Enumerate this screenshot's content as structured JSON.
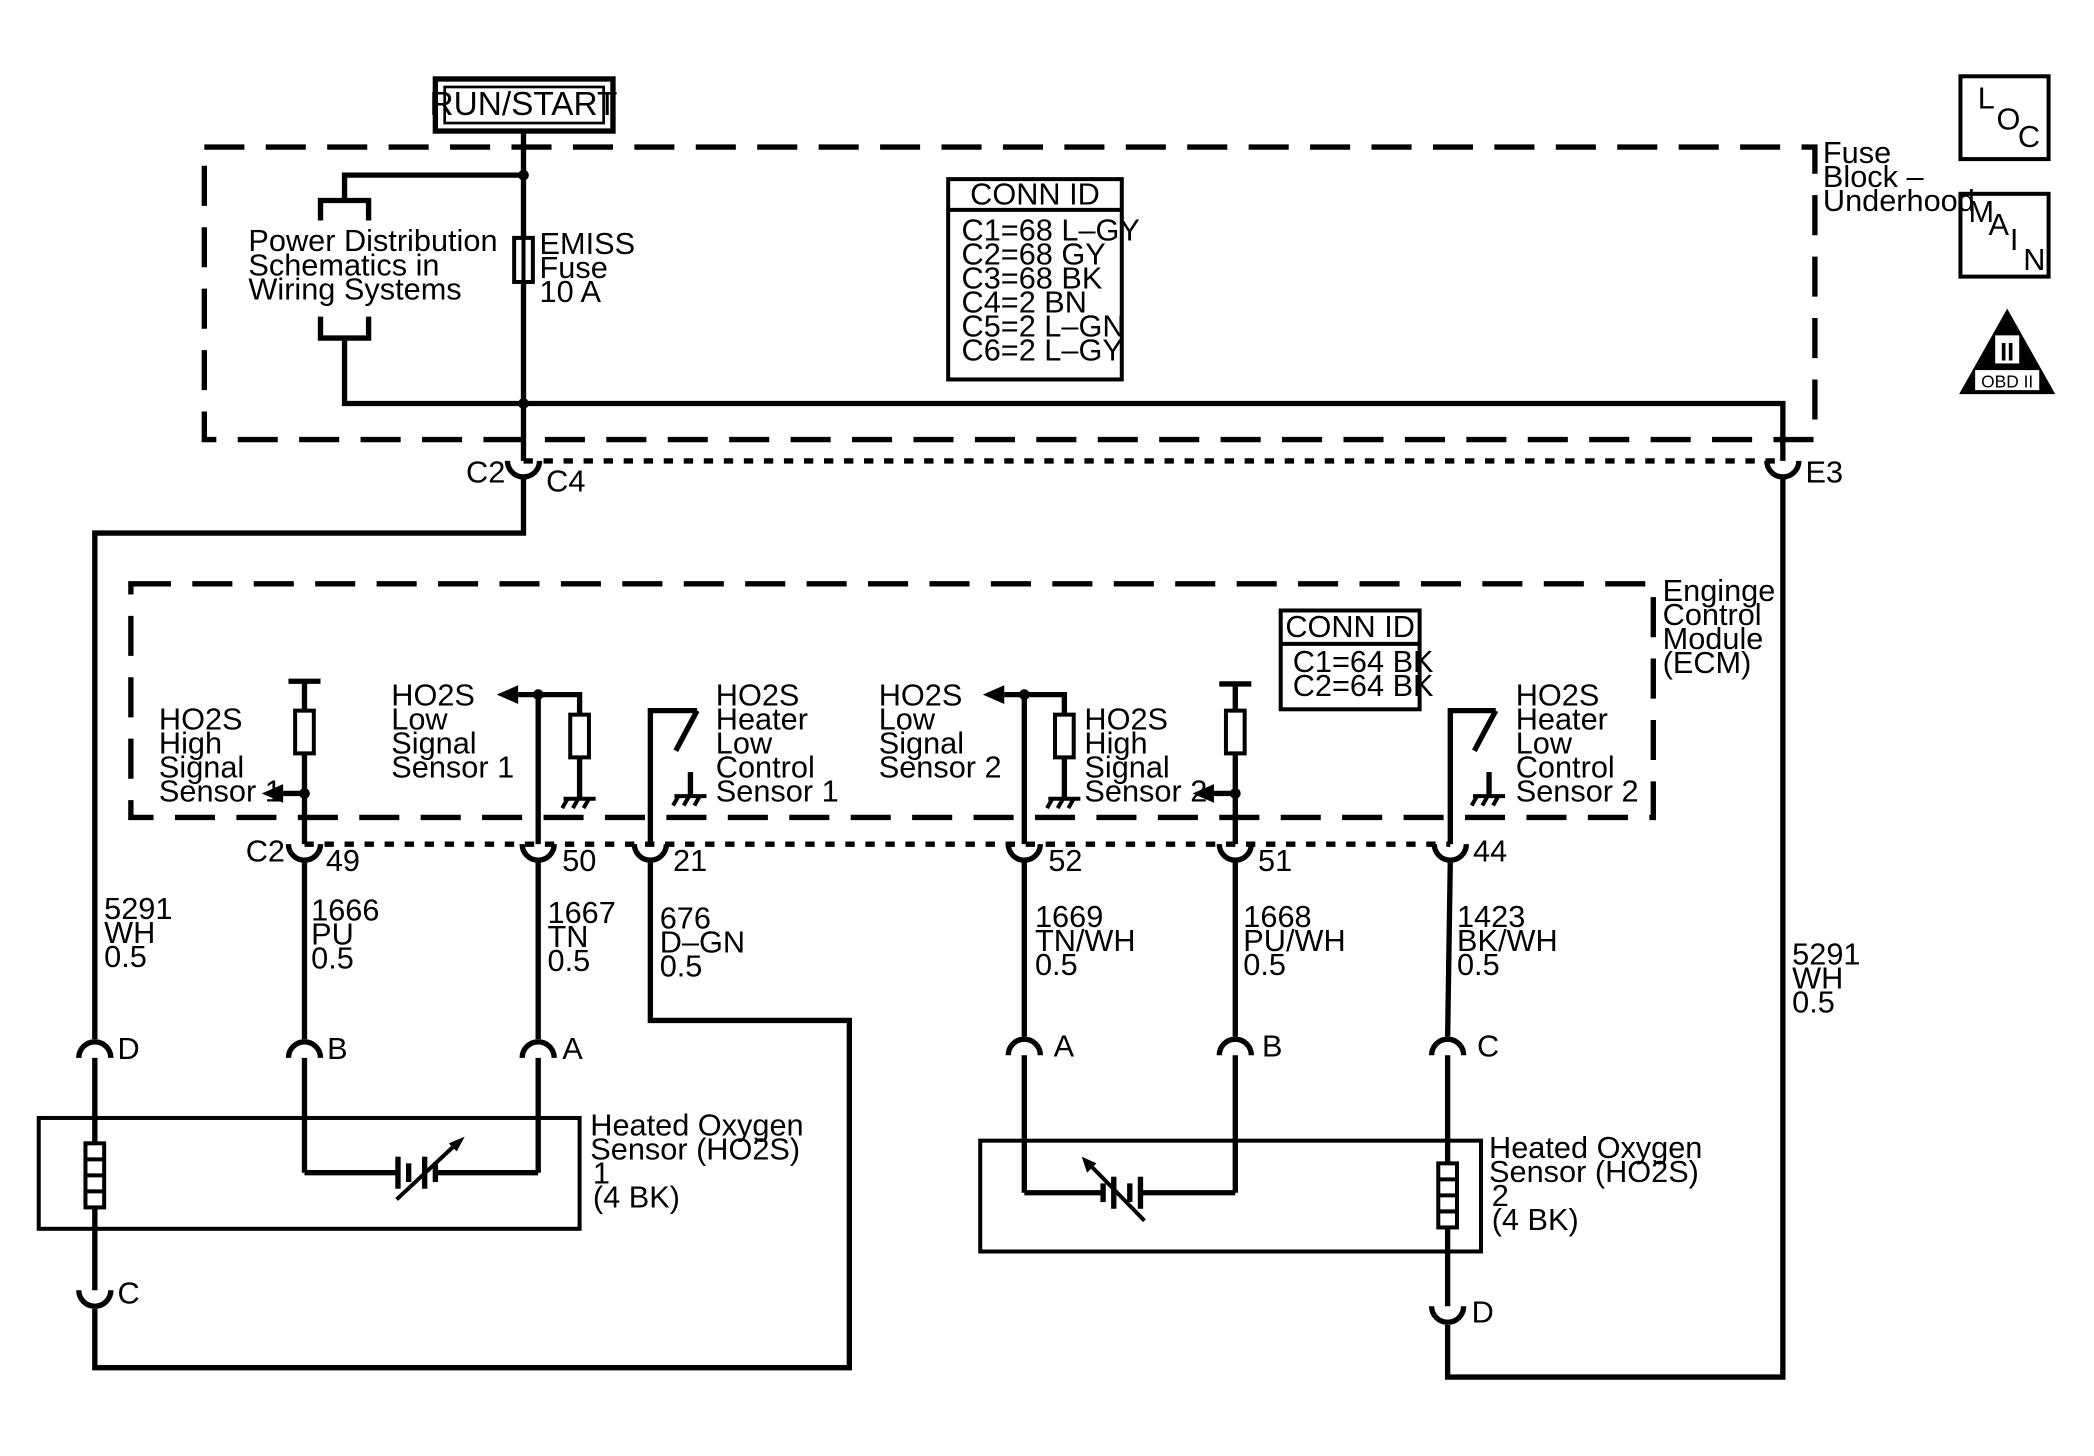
{
  "header": {
    "power_label": "RUN/START"
  },
  "fuse_block": {
    "name_lines": [
      "Fuse",
      "Block –",
      "Underhood"
    ],
    "power_dist_lines": [
      "Power Distribution",
      "Schematics in",
      "Wiring Systems"
    ],
    "fuse_lines": [
      "EMISS",
      "Fuse",
      "10 A"
    ],
    "conn_id_title": "CONN ID",
    "conn_ids": [
      "C1=68 L–GY",
      "C2=68 GY",
      "C3=68 BK",
      "C4=2 BN",
      "C5=2 L–GN",
      "C6=2 L–GY"
    ],
    "connectors": {
      "c2": "C2",
      "c4": "C4",
      "e3": "E3"
    }
  },
  "ecm": {
    "name_lines": [
      "Enginge",
      "Control",
      "Module",
      "(ECM)"
    ],
    "conn_id_title": "CONN ID",
    "conn_ids": [
      "C1=64 BK",
      "C2=64 BK"
    ],
    "c2_label": "C2",
    "circuits": [
      {
        "label_lines": [
          "HO2S",
          "High",
          "Signal",
          "Sensor 1"
        ],
        "pin": "49"
      },
      {
        "label_lines": [
          "HO2S",
          "Low",
          "Signal",
          "Sensor 1"
        ],
        "pin": "50"
      },
      {
        "label_lines": [
          "HO2S",
          "Heater",
          "Low",
          "Control",
          "Sensor 1"
        ],
        "pin": "21"
      },
      {
        "label_lines": [
          "HO2S",
          "Low",
          "Signal",
          "Sensor 2"
        ],
        "pin": "52"
      },
      {
        "label_lines": [
          "HO2S",
          "High",
          "Signal",
          "Sensor 2"
        ],
        "pin": "51"
      },
      {
        "label_lines": [
          "HO2S",
          "Heater",
          "Low",
          "Control",
          "Sensor 2"
        ],
        "pin": "44"
      }
    ]
  },
  "wires": [
    {
      "lines": [
        "5291",
        "WH",
        "0.5"
      ]
    },
    {
      "lines": [
        "1666",
        "PU",
        "0.5"
      ]
    },
    {
      "lines": [
        "1667",
        "TN",
        "0.5"
      ]
    },
    {
      "lines": [
        "676",
        "D–GN",
        "0.5"
      ]
    },
    {
      "lines": [
        "1669",
        "TN/WH",
        "0.5"
      ]
    },
    {
      "lines": [
        "1668",
        "PU/WH",
        "0.5"
      ]
    },
    {
      "lines": [
        "1423",
        "BK/WH",
        "0.5"
      ]
    },
    {
      "lines": [
        "5291",
        "WH",
        "0.5"
      ]
    }
  ],
  "sensor1": {
    "name_lines": [
      "Heated Oxygen",
      "Sensor (HO2S)",
      "1",
      "(4 BK)"
    ],
    "pins": {
      "d": "D",
      "b": "B",
      "a": "A",
      "c": "C"
    }
  },
  "sensor2": {
    "name_lines": [
      "Heated Oxygen",
      "Sensor (HO2S)",
      "2",
      "(4 BK)"
    ],
    "pins": {
      "a": "A",
      "b": "B",
      "c": "C",
      "d": "D"
    }
  },
  "icons": {
    "loc": [
      "L",
      "O",
      "C"
    ],
    "main": [
      "M",
      "A",
      "I",
      "N"
    ],
    "obd": {
      "numeral": "II",
      "text": "OBD II"
    }
  }
}
